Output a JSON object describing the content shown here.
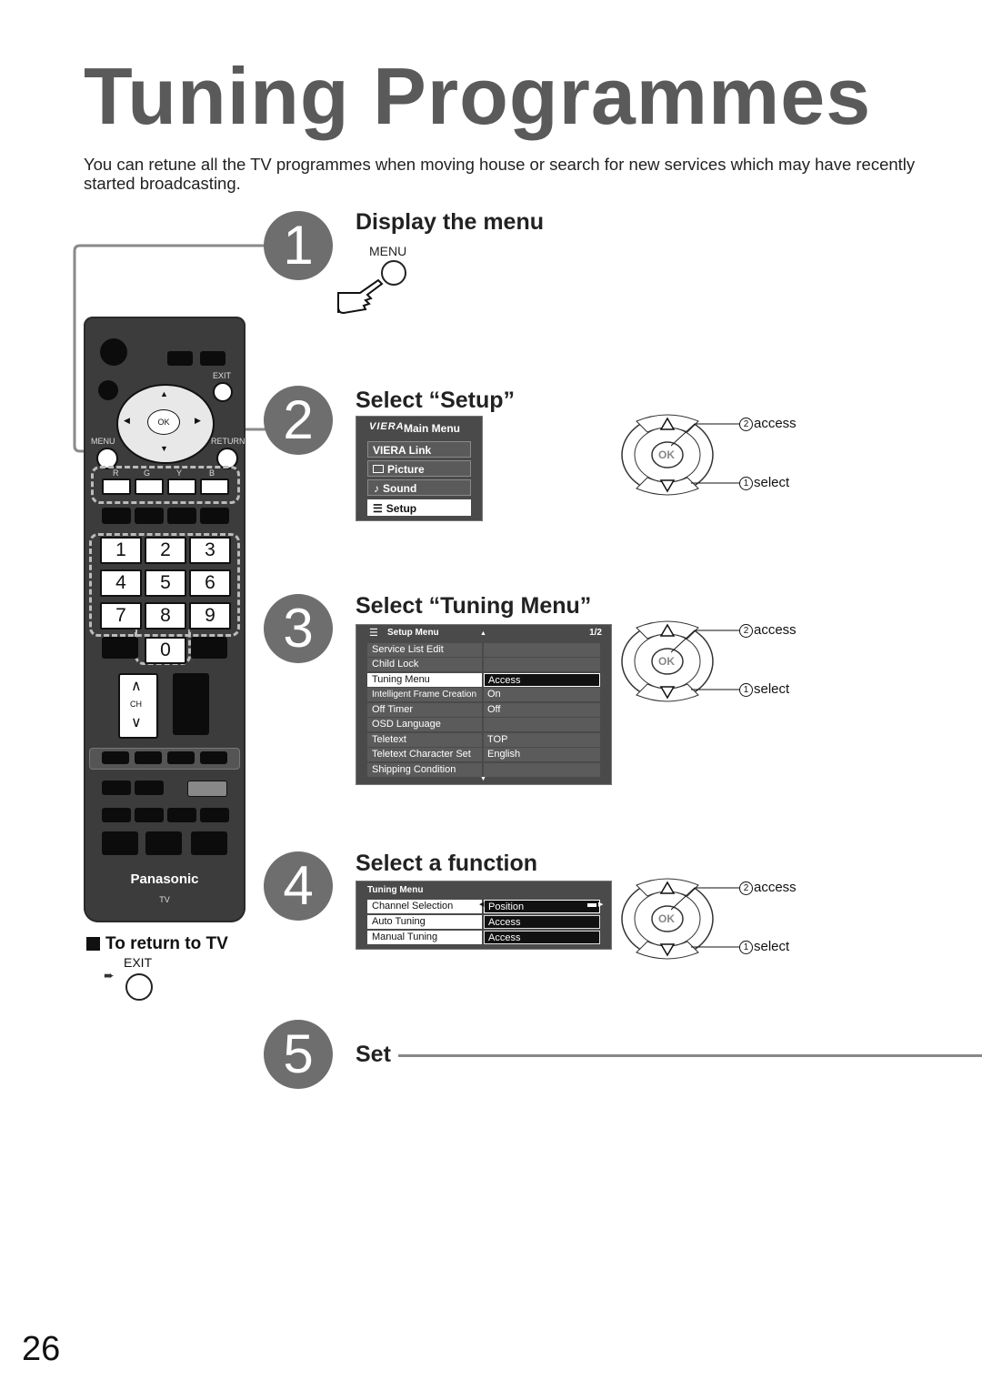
{
  "page": {
    "title": "Tuning Programmes",
    "intro": "You can retune all the TV programmes when moving house or search for new services which may have recently started broadcasting.",
    "page_number": "26"
  },
  "steps": [
    {
      "number": "1",
      "title": "Display the menu",
      "button_label": "MENU"
    },
    {
      "number": "2",
      "title": "Select “Setup”"
    },
    {
      "number": "3",
      "title": "Select “Tuning Menu”"
    },
    {
      "number": "4",
      "title": "Select a function"
    },
    {
      "number": "5",
      "title": "Set"
    }
  ],
  "main_menu": {
    "logo": "VIERA",
    "header": "Main Menu",
    "items": [
      "VIERA Link",
      "Picture",
      "Sound",
      "Setup"
    ],
    "selected": "Setup"
  },
  "setup_menu": {
    "header": "Setup Menu",
    "page": "1/2",
    "rows": [
      {
        "label": "Service List Edit",
        "value": ""
      },
      {
        "label": "Child Lock",
        "value": ""
      },
      {
        "label": "Tuning Menu",
        "value": "Access"
      },
      {
        "label": "Intelligent Frame Creation",
        "value": "On"
      },
      {
        "label": "Off Timer",
        "value": "Off"
      },
      {
        "label": "OSD Language",
        "value": ""
      },
      {
        "label": "Teletext",
        "value": "TOP"
      },
      {
        "label": "Teletext Character Set",
        "value": "English"
      },
      {
        "label": "Shipping Condition",
        "value": ""
      }
    ]
  },
  "tuning_menu": {
    "header": "Tuning Menu",
    "rows": [
      {
        "label": "Channel Selection",
        "value": "Position"
      },
      {
        "label": "Auto Tuning",
        "value": "Access"
      },
      {
        "label": "Manual Tuning",
        "value": "Access"
      }
    ]
  },
  "nav_pad": {
    "ok_label": "OK",
    "access_label": "access",
    "select_label": "select",
    "access_num": "2",
    "select_num": "1"
  },
  "remote": {
    "brand": "Panasonic",
    "model": "TV",
    "exit": "EXIT",
    "menu": "MENU",
    "return": "RETURN",
    "ok": "OK",
    "ch": "CH",
    "colors": [
      "R",
      "G",
      "Y",
      "B"
    ],
    "digits": [
      "1",
      "2",
      "3",
      "4",
      "5",
      "6",
      "7",
      "8",
      "9",
      "0"
    ]
  },
  "return_to_tv": {
    "label": "To return to TV",
    "button_label": "EXIT"
  }
}
